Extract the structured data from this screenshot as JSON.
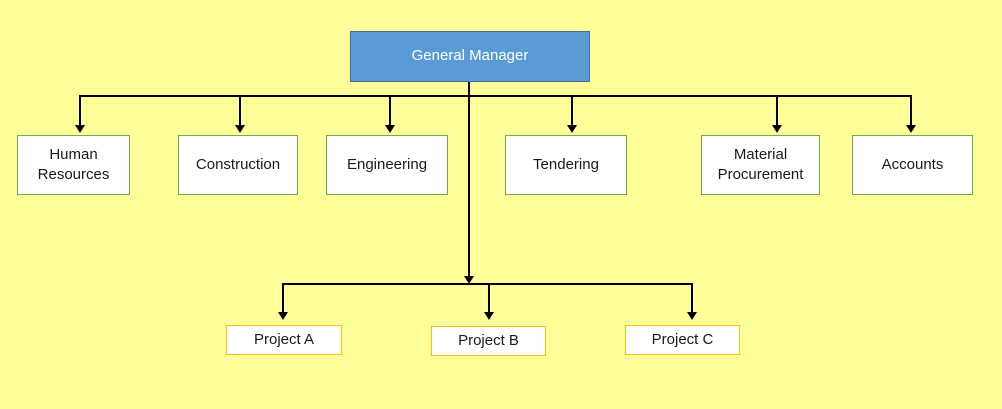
{
  "org_chart": {
    "root": {
      "label": "General Manager"
    },
    "departments": [
      {
        "label": "Human Resources"
      },
      {
        "label": "Construction"
      },
      {
        "label": "Engineering"
      },
      {
        "label": "Tendering"
      },
      {
        "label": "Material Procurement"
      },
      {
        "label": "Accounts"
      }
    ],
    "projects": [
      {
        "label": "Project A"
      },
      {
        "label": "Project B"
      },
      {
        "label": "Project C"
      }
    ],
    "colors": {
      "background": "#FFFF99",
      "root_fill": "#5B9BD5",
      "root_border": "#41719C",
      "root_text": "#FFFFFF",
      "node_fill": "#FFFFFF",
      "department_border": "#70AD47",
      "project_border": "#FFC000",
      "connector": "#000000",
      "node_text": "#1A1A1A"
    }
  }
}
